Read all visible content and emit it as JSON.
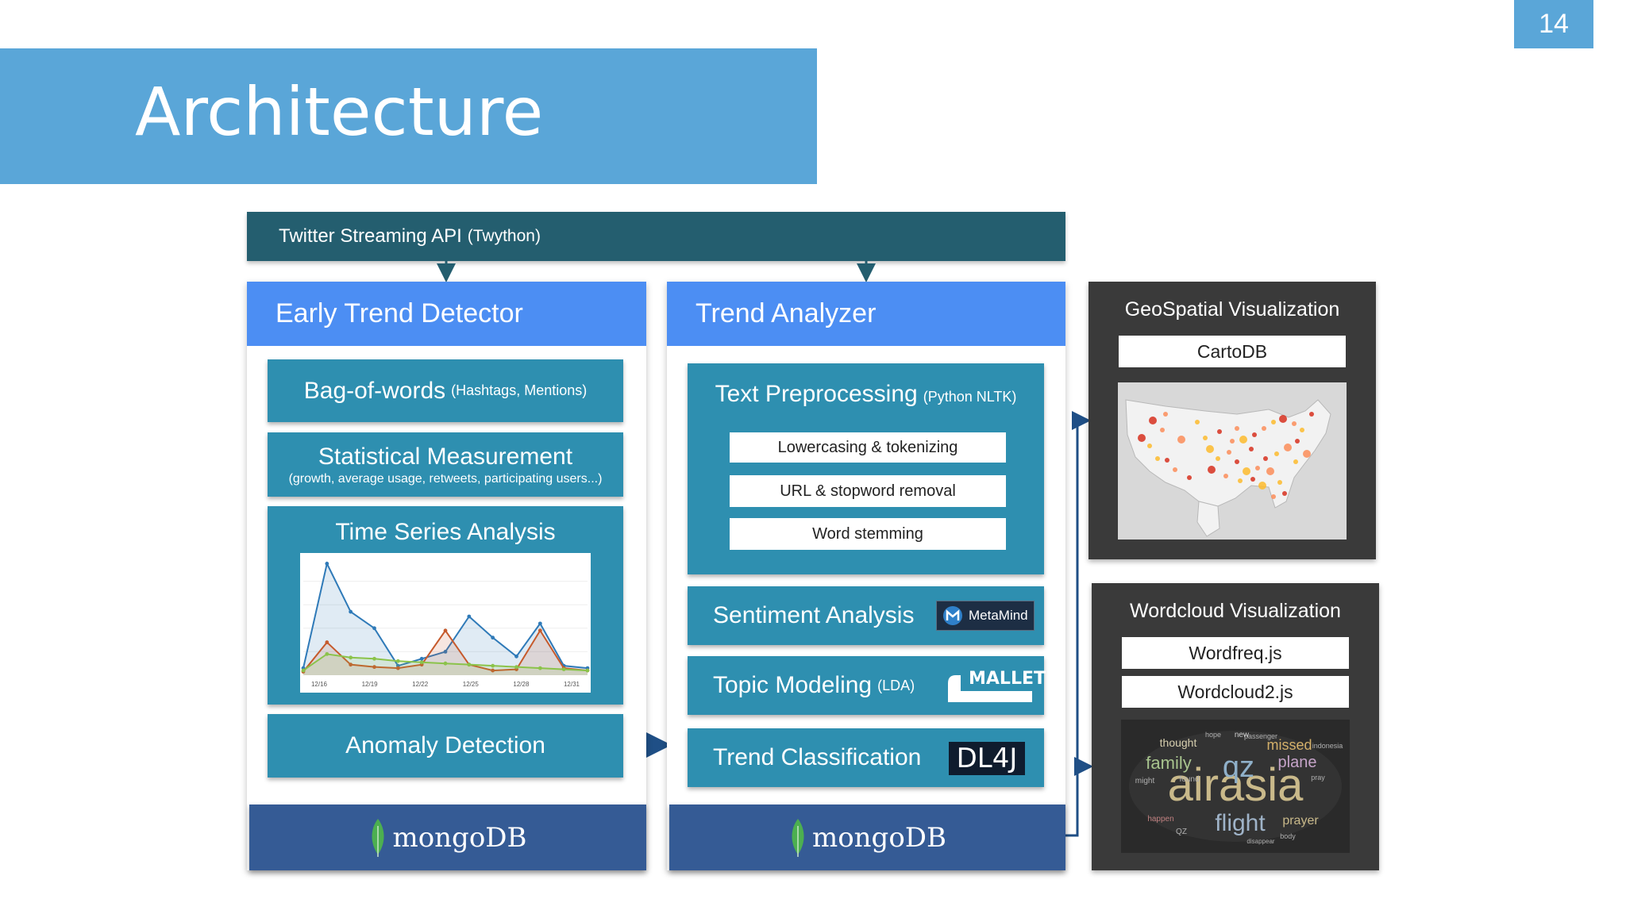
{
  "slide": {
    "number": "14",
    "title": "Architecture"
  },
  "api": {
    "label": "Twitter Streaming API",
    "sub": "(Twython)"
  },
  "early": {
    "header": "Early Trend Detector",
    "bag": {
      "label": "Bag-of-words",
      "sub": "(Hashtags, Mentions)"
    },
    "stat": {
      "label": "Statistical Measurement",
      "sub": "(growth, average usage, retweets, participating users...)"
    },
    "ts": {
      "label": "Time Series Analysis",
      "chart_data": {
        "type": "line",
        "x": [
          "12/16",
          "12/19",
          "12/22",
          "12/25",
          "12/28",
          "12/31"
        ],
        "series": [
          {
            "values": [
              6,
              95,
              54,
              40,
              8,
              14,
              20,
              50,
              32,
              16,
              44,
              8,
              6
            ],
            "color": "#2f7ab8"
          },
          {
            "values": [
              3,
              28,
              9,
              7,
              6,
              9,
              38,
              9,
              4,
              5,
              38,
              6,
              4
            ],
            "color": "#c65a2c"
          },
          {
            "values": [
              4,
              18,
              15,
              14,
              12,
              11,
              10,
              9,
              8,
              7,
              6,
              5,
              4
            ],
            "color": "#8bc34a"
          }
        ],
        "ylim": [
          0,
          100
        ]
      }
    },
    "anomaly": "Anomaly Detection",
    "db": "mongoDB"
  },
  "trend": {
    "header": "Trend Analyzer",
    "text_pre": {
      "label": "Text Preprocessing",
      "sub": "(Python NLTK)",
      "items": [
        "Lowercasing & tokenizing",
        "URL & stopword removal",
        "Word stemming"
      ]
    },
    "sentiment": {
      "label": "Sentiment Analysis",
      "logo": "MetaMind"
    },
    "topic": {
      "label": "Topic Modeling",
      "sub": "(LDA)",
      "logo": "MALLET"
    },
    "classify": {
      "label": "Trend Classification",
      "logo": "DL4J"
    },
    "db": "mongoDB"
  },
  "geo": {
    "title": "GeoSpatial Visualization",
    "tool": "CartoDB"
  },
  "wordcloud": {
    "title": "Wordcloud Visualization",
    "tools": [
      "Wordfreq.js",
      "Wordcloud2.js"
    ],
    "words": [
      "airasia",
      "flight",
      "qz",
      "family",
      "plane",
      "missed",
      "prayer",
      "thought",
      "passenger",
      "indonesia",
      "happen",
      "found",
      "might",
      "pray",
      "new",
      "hope",
      "QZ",
      "body",
      "disappear"
    ]
  },
  "colors": {
    "accent": "#5aa6d8",
    "api": "#245e6f",
    "header": "#4c8ef3",
    "box": "#2e8fb0",
    "db": "#355b95",
    "dark": "#3a3a3a"
  }
}
